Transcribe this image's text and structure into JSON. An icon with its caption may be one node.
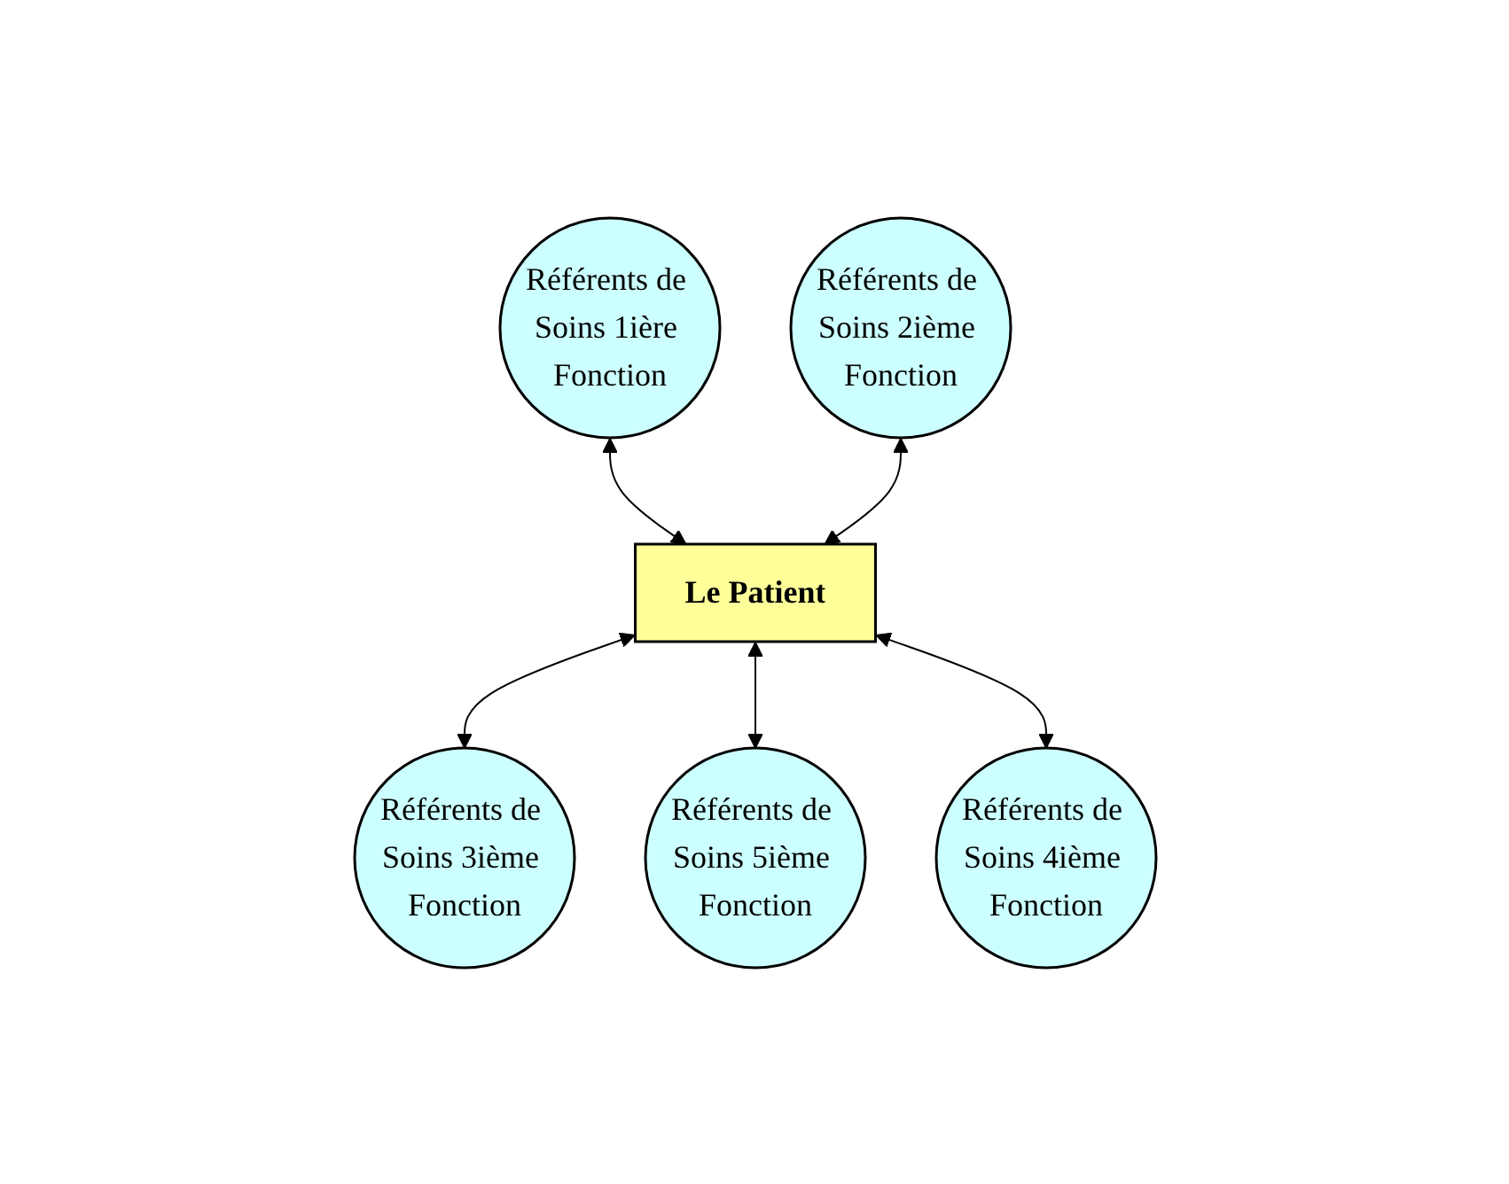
{
  "diagram": {
    "nodes": [
      {
        "text": [
          "Référents de Soins 1ière Fonction"
        ]
      },
      {
        "text": [
          "Référents de Soins 2ième Fonction"
        ]
      },
      {
        "text": [
          "Le Patient"
        ]
      },
      {
        "text": [
          "Référents de Soins 3ième Fonction"
        ]
      },
      {
        "text": [
          "Référents de Soins 5ième Fonction"
        ]
      },
      {
        "text": [
          "Référents de Soins 4ième Fonction"
        ]
      }
    ],
    "edges": [
      {
        "from": 0,
        "to": 2,
        "arrow": "both"
      },
      {
        "from": 1,
        "to": 2,
        "arrow": "both"
      },
      {
        "from": 2,
        "to": 3,
        "arrow": "both"
      },
      {
        "from": 2,
        "to": 4,
        "arrow": "both"
      },
      {
        "from": 2,
        "to": 5,
        "arrow": "both"
      }
    ]
  }
}
